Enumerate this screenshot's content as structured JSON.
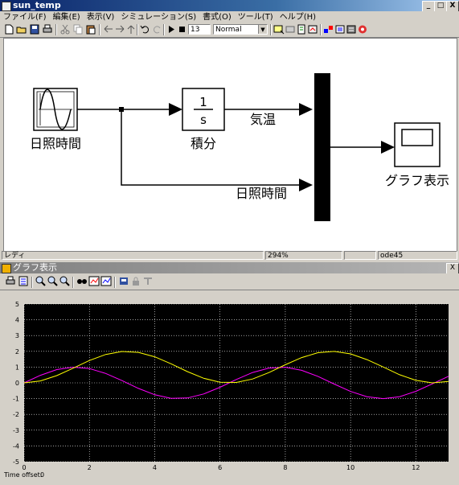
{
  "model_window": {
    "title": "sun_temp",
    "window_buttons": [
      "_",
      "□",
      "X"
    ],
    "menu": [
      "ファイル(F)",
      "編集(E)",
      "表示(V)",
      "シミュレーション(S)",
      "書式(O)",
      "ツール(T)",
      "ヘルプ(H)"
    ],
    "toolbar": {
      "stop_time": "13",
      "sim_mode": "Normal"
    },
    "blocks": {
      "sine_label": "日照時間",
      "integrator_numerator": "1",
      "integrator_denominator": "s",
      "integrator_label": "積分",
      "scope_label": "グラフ表示",
      "signal_temp": "気温",
      "signal_sun": "日照時間"
    },
    "status": {
      "state": "レディ",
      "zoom": "294%",
      "solver": "ode45"
    }
  },
  "scope_window": {
    "title": "グラフ表示",
    "time_offset_label": "Time offset:",
    "time_offset_value": "0"
  },
  "colors": {
    "plot_bg": "#000000",
    "series_integral": "#ffff00",
    "series_sine": "#ff00ff",
    "title_active": "#0a246a"
  },
  "chart_data": {
    "type": "line",
    "x_ticks": [
      "0",
      "2",
      "4",
      "6",
      "8",
      "10",
      "12"
    ],
    "y_ticks": [
      "5",
      "4",
      "3",
      "2",
      "1",
      "0",
      "-1",
      "-2",
      "-3",
      "-4",
      "-5"
    ],
    "xlim": [
      0,
      13
    ],
    "ylim": [
      -5,
      5
    ],
    "grid": true,
    "series": [
      {
        "color": "#ff00ff",
        "x": [
          0,
          0.5,
          1,
          1.5,
          2,
          2.5,
          3,
          3.5,
          4,
          4.5,
          5,
          5.5,
          6,
          6.5,
          7,
          7.5,
          8,
          8.5,
          9,
          9.5,
          10,
          10.5,
          11,
          11.5,
          12,
          12.5,
          13
        ],
        "y": [
          0,
          0.479,
          0.841,
          0.997,
          0.909,
          0.598,
          0.141,
          -0.351,
          -0.757,
          -0.978,
          -0.959,
          -0.706,
          -0.279,
          0.215,
          0.657,
          0.938,
          0.989,
          0.798,
          0.412,
          -0.075,
          -0.544,
          -0.88,
          -1.0,
          -0.875,
          -0.537,
          -0.066,
          0.42
        ]
      },
      {
        "color": "#ffff00",
        "x": [
          0,
          0.5,
          1,
          1.5,
          2,
          2.5,
          3,
          3.5,
          4,
          4.5,
          5,
          5.5,
          6,
          6.5,
          7,
          7.5,
          8,
          8.5,
          9,
          9.5,
          10,
          10.5,
          11,
          11.5,
          12,
          12.5,
          13
        ],
        "y": [
          0,
          0.122,
          0.46,
          0.929,
          1.416,
          1.801,
          1.99,
          1.936,
          1.654,
          1.211,
          0.716,
          0.291,
          0.04,
          0.023,
          0.246,
          0.653,
          1.146,
          1.602,
          1.911,
          1.997,
          1.839,
          1.476,
          1.004,
          0.517,
          0.156,
          0.002,
          0.093
        ]
      }
    ]
  }
}
